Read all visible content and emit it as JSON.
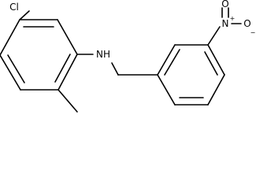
{
  "colors": {
    "bond": "#000000",
    "label": "#000000",
    "background": "#ffffff"
  },
  "atoms": {
    "chlorine": "Cl",
    "amine": "NH",
    "nitro_nitrogen": "N",
    "nitro_nitrogen_charge": "+",
    "nitro_oxygen_top": "O",
    "nitro_oxygen_right": "O",
    "nitro_oxygen_charge": "−"
  }
}
